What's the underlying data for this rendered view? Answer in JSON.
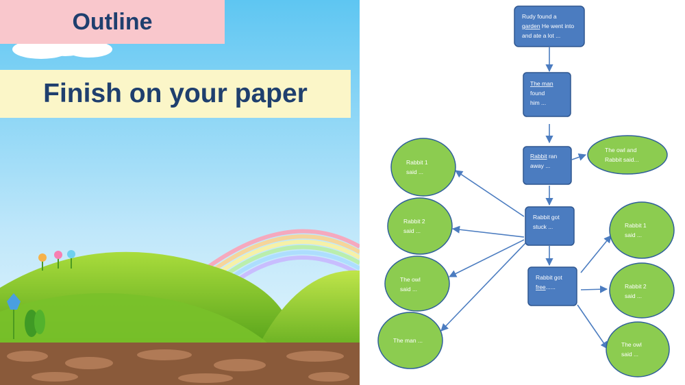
{
  "slide": {
    "outline_title": "Outline",
    "task_title": "Finish on your paper"
  },
  "colors": {
    "box_fill": "#4b7cc0",
    "box_stroke": "#2f568f",
    "oval_fill": "#8ccc50",
    "oval_stroke": "#2f5f9a",
    "arrow": "#4b7cc0",
    "title_bg": "#f9c7cc",
    "banner_bg": "#fbf6c8",
    "title_text": "#1f3f6e"
  },
  "boxes": [
    {
      "id": "b1",
      "lines": [
        [
          {
            "t": "Rudy found a"
          }
        ],
        [
          {
            "t": "garden",
            "u": true
          },
          {
            "t": " He went into"
          }
        ],
        [
          {
            "t": "and ate a lot ..."
          }
        ]
      ]
    },
    {
      "id": "b2",
      "lines": [
        [
          {
            "t": "The man",
            "u": true
          }
        ],
        [
          {
            "t": "found"
          }
        ],
        [
          {
            "t": "him ..."
          }
        ]
      ]
    },
    {
      "id": "b3",
      "lines": [
        [
          {
            "t": "Rabbit",
            "u": true
          },
          {
            "t": " ran"
          }
        ],
        [
          {
            "t": "away ..."
          }
        ]
      ]
    },
    {
      "id": "b4",
      "lines": [
        [
          {
            "t": "Rabbit got"
          }
        ],
        [
          {
            "t": "stuck ..."
          }
        ]
      ]
    },
    {
      "id": "b5",
      "lines": [
        [
          {
            "t": "Rabbit got"
          }
        ],
        [
          {
            "t": "free",
            "u": true
          },
          {
            "t": "......"
          }
        ]
      ]
    }
  ],
  "ovals": [
    {
      "id": "o1",
      "lines": [
        "The owl and",
        "Rabbit said..."
      ]
    },
    {
      "id": "o2",
      "lines": [
        "Rabbit 1",
        "said ..."
      ]
    },
    {
      "id": "o3",
      "lines": [
        "Rabbit 2",
        "said ..."
      ]
    },
    {
      "id": "o4",
      "lines": [
        "The owl",
        "said ..."
      ]
    },
    {
      "id": "o5",
      "lines": [
        "The man ..."
      ]
    },
    {
      "id": "o6",
      "lines": [
        "Rabbit 1",
        "said ..."
      ]
    },
    {
      "id": "o7",
      "lines": [
        "Rabbit 2",
        "said ..."
      ]
    },
    {
      "id": "o8",
      "lines": [
        "The owl",
        "said ..."
      ]
    }
  ]
}
